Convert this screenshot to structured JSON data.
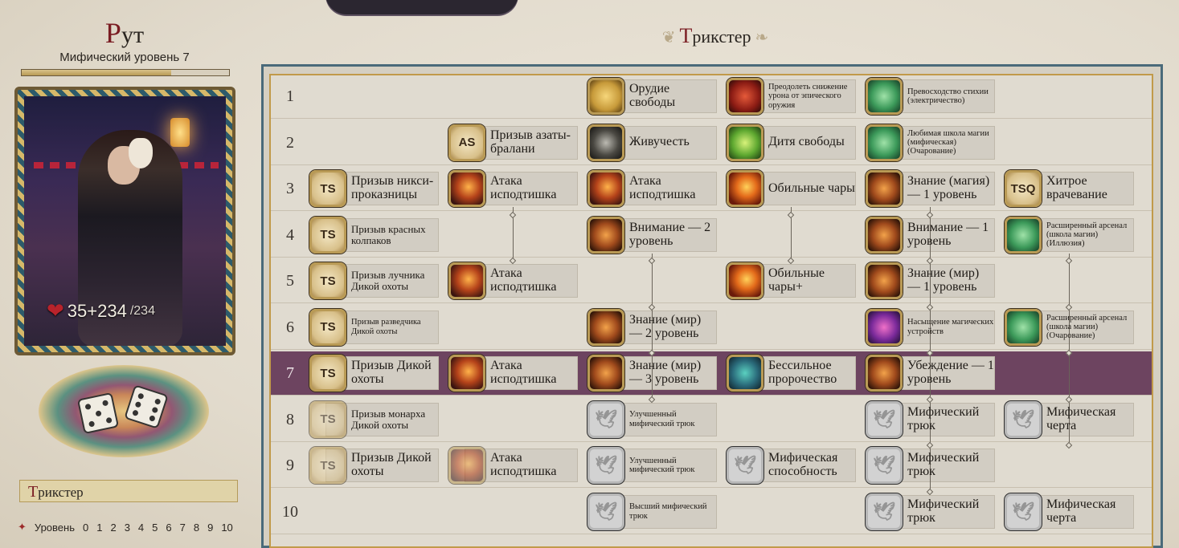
{
  "character": {
    "name_cap": "Р",
    "name_rest": "ут",
    "mythic_level": "Мифический уровень 7",
    "xp_progress": 0.72,
    "hp_current": "35+234",
    "hp_max": "/234"
  },
  "class_panel": {
    "cap": "Т",
    "rest": "рикстер"
  },
  "levels": {
    "label": "Уровень",
    "values": [
      "0",
      "1",
      "2",
      "3",
      "4",
      "5",
      "6",
      "7",
      "8",
      "9",
      "10"
    ]
  },
  "heading": {
    "cap": "Т",
    "rest": "рикстер"
  },
  "highlighted_row": 7,
  "rows": [
    {
      "num": "1",
      "cells": [
        {
          "col": 3,
          "icon": "sword",
          "text": "Орудие свободы",
          "size": "big"
        },
        {
          "col": 4,
          "icon": "axe",
          "text": "Преодолеть снижение урона от эпического оружия",
          "size": "small"
        },
        {
          "col": 5,
          "icon": "green",
          "text": "Превосходство стихии (электричество)",
          "size": "small"
        }
      ]
    },
    {
      "num": "2",
      "cells": [
        {
          "col": 2,
          "icon": "ts",
          "glyph": "AS",
          "text": "Призыв азаты-бралани",
          "size": "big"
        },
        {
          "col": 3,
          "icon": "skull",
          "text": "Живучесть",
          "size": "big"
        },
        {
          "col": 4,
          "icon": "green2",
          "text": "Дитя свободы",
          "size": "big"
        },
        {
          "col": 5,
          "icon": "green",
          "text": "Любимая школа магии (мифическая) (Очарование)",
          "size": "small"
        }
      ]
    },
    {
      "num": "3",
      "cells": [
        {
          "col": 1,
          "icon": "ts",
          "glyph": "TS",
          "text": "Призыв никси-проказницы",
          "size": "big"
        },
        {
          "col": 2,
          "icon": "claw",
          "text": "Атака исподтишка",
          "size": "big"
        },
        {
          "col": 3,
          "icon": "claw",
          "text": "Атака исподтишка",
          "size": "big"
        },
        {
          "col": 4,
          "icon": "fire",
          "text": "Обильные чары",
          "size": "big"
        },
        {
          "col": 5,
          "icon": "brain",
          "text": "Знание (магия) — 1 уровень",
          "size": "big"
        },
        {
          "col": 6,
          "icon": "ts",
          "glyph": "TSQ",
          "text": "Хитрое врачевание",
          "size": "big"
        }
      ]
    },
    {
      "num": "4",
      "cells": [
        {
          "col": 1,
          "icon": "ts",
          "glyph": "TS",
          "text": "Призыв красных колпаков",
          "size": "mid"
        },
        {
          "col": 3,
          "icon": "brain",
          "text": "Внимание — 2 уровень",
          "size": "big"
        },
        {
          "col": 5,
          "icon": "brain",
          "text": "Внимание — 1 уровень",
          "size": "big"
        },
        {
          "col": 6,
          "icon": "green",
          "text": "Расширенный арсенал (школа магии) (Иллюзия)",
          "size": "small"
        }
      ]
    },
    {
      "num": "5",
      "cells": [
        {
          "col": 1,
          "icon": "ts",
          "glyph": "TS",
          "text": "Призыв лучника Дикой охоты",
          "size": "mid"
        },
        {
          "col": 2,
          "icon": "claw",
          "text": "Атака исподтишка",
          "size": "big"
        },
        {
          "col": 4,
          "icon": "fire",
          "text": "Обильные чары+",
          "size": "big"
        },
        {
          "col": 5,
          "icon": "brain",
          "text": "Знание (мир) — 1 уровень",
          "size": "big"
        }
      ]
    },
    {
      "num": "6",
      "cells": [
        {
          "col": 1,
          "icon": "ts",
          "glyph": "TS",
          "text": "Призыв разведчика Дикой охоты",
          "size": "small"
        },
        {
          "col": 3,
          "icon": "brain",
          "text": "Знание (мир) — 2 уровень",
          "size": "big"
        },
        {
          "col": 5,
          "icon": "potion",
          "text": "Насыщение магических устройств",
          "size": "small"
        },
        {
          "col": 6,
          "icon": "green",
          "text": "Расширенный арсенал (школа магии) (Очарование)",
          "size": "small"
        }
      ]
    },
    {
      "num": "7",
      "cells": [
        {
          "col": 1,
          "icon": "ts",
          "glyph": "TS",
          "text": "Призыв Дикой охоты",
          "size": "big"
        },
        {
          "col": 2,
          "icon": "claw",
          "text": "Атака исподтишка",
          "size": "big"
        },
        {
          "col": 3,
          "icon": "brain",
          "text": "Знание (мир) — 3 уровень",
          "size": "big"
        },
        {
          "col": 4,
          "icon": "monster",
          "text": "Бессильное пророчество",
          "size": "big"
        },
        {
          "col": 5,
          "icon": "brain",
          "text": "Убеждение — 1 уровень",
          "size": "big"
        }
      ]
    },
    {
      "num": "8",
      "cells": [
        {
          "col": 1,
          "icon": "ts-faded",
          "glyph": "TS",
          "text": "Призыв монарха Дикой охоты",
          "size": "mid"
        },
        {
          "col": 3,
          "icon": "dove",
          "text": "Улучшенный мифический трюк",
          "size": "small"
        },
        {
          "col": 5,
          "icon": "dove",
          "text": "Мифический трюк",
          "size": "big"
        },
        {
          "col": 6,
          "icon": "dove",
          "text": "Мифическая черта",
          "size": "big"
        }
      ]
    },
    {
      "num": "9",
      "cells": [
        {
          "col": 1,
          "icon": "ts-faded",
          "glyph": "TS",
          "text": "Призыв Дикой охоты",
          "size": "big"
        },
        {
          "col": 2,
          "icon": "claw-faded",
          "text": "Атака исподтишка",
          "size": "big"
        },
        {
          "col": 3,
          "icon": "dove",
          "text": "Улучшенный мифический трюк",
          "size": "small"
        },
        {
          "col": 4,
          "icon": "dove",
          "text": "Мифическая способность",
          "size": "big"
        },
        {
          "col": 5,
          "icon": "dove",
          "text": "Мифический трюк",
          "size": "big"
        }
      ]
    },
    {
      "num": "10",
      "cells": [
        {
          "col": 3,
          "icon": "dove",
          "text": "Высший мифический трюк",
          "size": "small"
        },
        {
          "col": 5,
          "icon": "dove",
          "text": "Мифический трюк",
          "size": "big"
        },
        {
          "col": 6,
          "icon": "dove",
          "text": "Мифическая черта",
          "size": "big"
        }
      ]
    }
  ]
}
